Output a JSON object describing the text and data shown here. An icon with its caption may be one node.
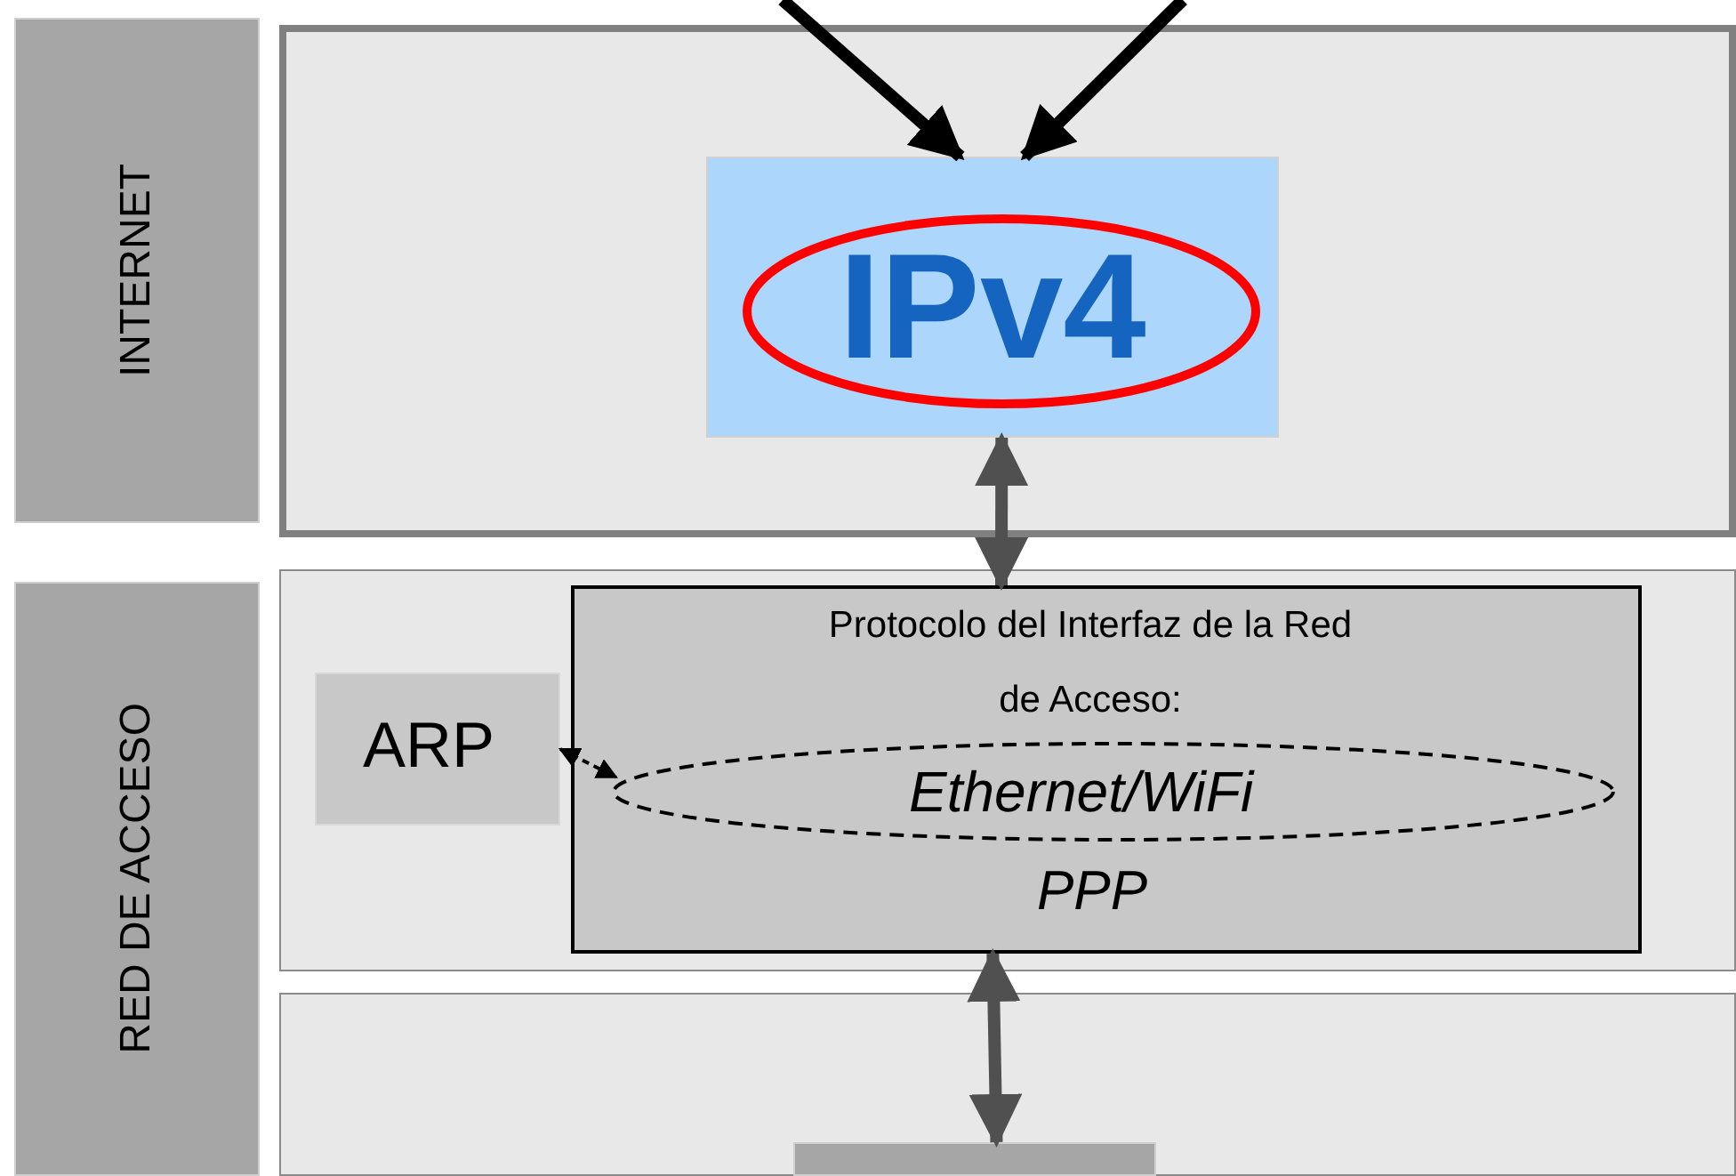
{
  "diagram": {
    "nodes": [
      {
        "text": [
          "INTERNET"
        ]
      },
      {
        "text": [],
        "shape": "box"
      },
      {
        "text": [
          "IPv4"
        ],
        "in": 1
      },
      {
        "text": [
          "RED DE ACCESO"
        ]
      },
      {
        "text": [],
        "shape": "box"
      },
      {
        "text": [
          "ARP"
        ],
        "in": 4
      },
      {
        "text": [
          "Protocolo del Interfaz de la Red de Acceso:",
          "PPP"
        ],
        "in": 4
      },
      {
        "text": [
          "Ethernet/WiFi"
        ],
        "in": 6
      },
      {
        "text": [],
        "shape": "box"
      },
      {
        "text": [],
        "shape": "box",
        "in": 8
      }
    ],
    "edges": [
      {
        "from": null,
        "to": 2,
        "arrow": "to"
      },
      {
        "from": null,
        "to": 2,
        "arrow": "to"
      },
      {
        "from": 2,
        "to": 6,
        "arrow": "both",
        "color": "#505050"
      },
      {
        "from": 5,
        "to": 7,
        "arrow": "both",
        "style": "dashed"
      },
      {
        "from": 6,
        "to": 9,
        "arrow": "both",
        "color": "#505050"
      }
    ]
  }
}
